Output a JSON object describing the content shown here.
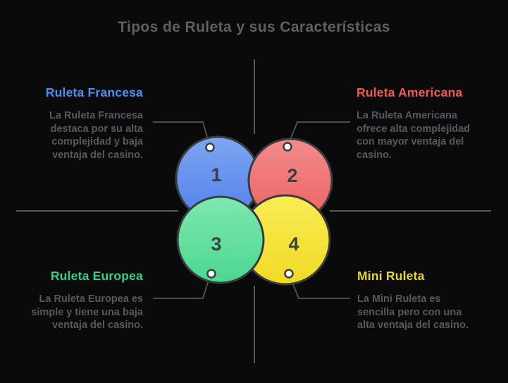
{
  "title": "Tipos de Ruleta y sus Características",
  "colors": {
    "background": "#0a0a0b",
    "title_text": "#5d6164",
    "body_text": "#55595c",
    "line": "#55585a",
    "connector": "#4a4d50",
    "circle_outline": "#3a3d40",
    "number_text": "#3c4044",
    "ring_fill": "#ffffff"
  },
  "items": [
    {
      "number": "1",
      "label": "Ruleta Francesa",
      "accent_color": "#4a90f0",
      "circle_top": "#7da6f2",
      "circle_bottom": "#5280ea",
      "description_lines": [
        "La Ruleta Francesa",
        "destaca por su alta",
        "complejidad y baja",
        "ventaja del casino."
      ]
    },
    {
      "number": "2",
      "label": "Ruleta Americana",
      "accent_color": "#f15a52",
      "circle_top": "#f28c8c",
      "circle_bottom": "#ec6161",
      "description_lines": [
        "La Ruleta Americana",
        "ofrece alta complejidad",
        "con mayor ventaja del",
        "casino."
      ]
    },
    {
      "number": "3",
      "label": "Ruleta Europea",
      "accent_color": "#30d28e",
      "circle_top": "#7fe8b0",
      "circle_bottom": "#4bd78f",
      "description_lines": [
        "La Ruleta Europea es",
        "simple y tiene una baja",
        "ventaja del casino."
      ]
    },
    {
      "number": "4",
      "label": "Mini Ruleta",
      "accent_color": "#e9da24",
      "circle_top": "#faec55",
      "circle_bottom": "#f1db25",
      "description_lines": [
        "La Mini Ruleta es",
        "sencilla pero con una",
        "alta ventaja del casino."
      ]
    }
  ]
}
